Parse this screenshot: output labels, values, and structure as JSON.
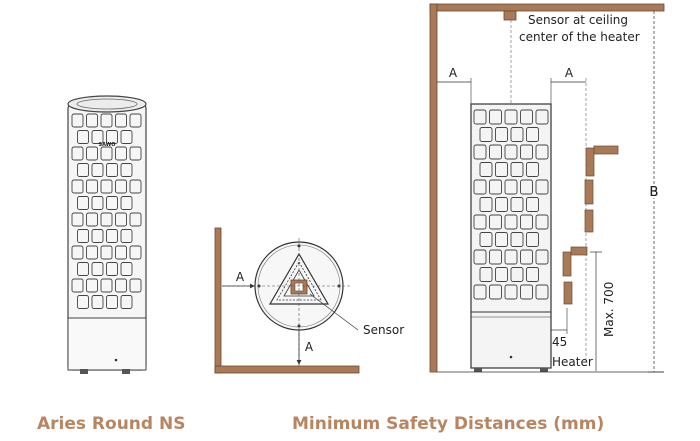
{
  "captions": {
    "product": "Aries Round NS",
    "diagram": "Minimum Safety Distances (mm)"
  },
  "labels": {
    "dist_a": "A",
    "dist_b": "B",
    "sensor": "Sensor",
    "sensor_ceiling_line1": "Sensor at ceiling",
    "sensor_ceiling_line2": "center of the heater",
    "dist_45": "45",
    "heater": "Heater",
    "max_700": "Max. 700",
    "brand": "SAWO"
  },
  "colors": {
    "wall": "#a87a58",
    "wall_edge": "#6b4a33",
    "caption": "#b98561",
    "line": "#333333",
    "heater_fill": "#f4f4f4"
  }
}
